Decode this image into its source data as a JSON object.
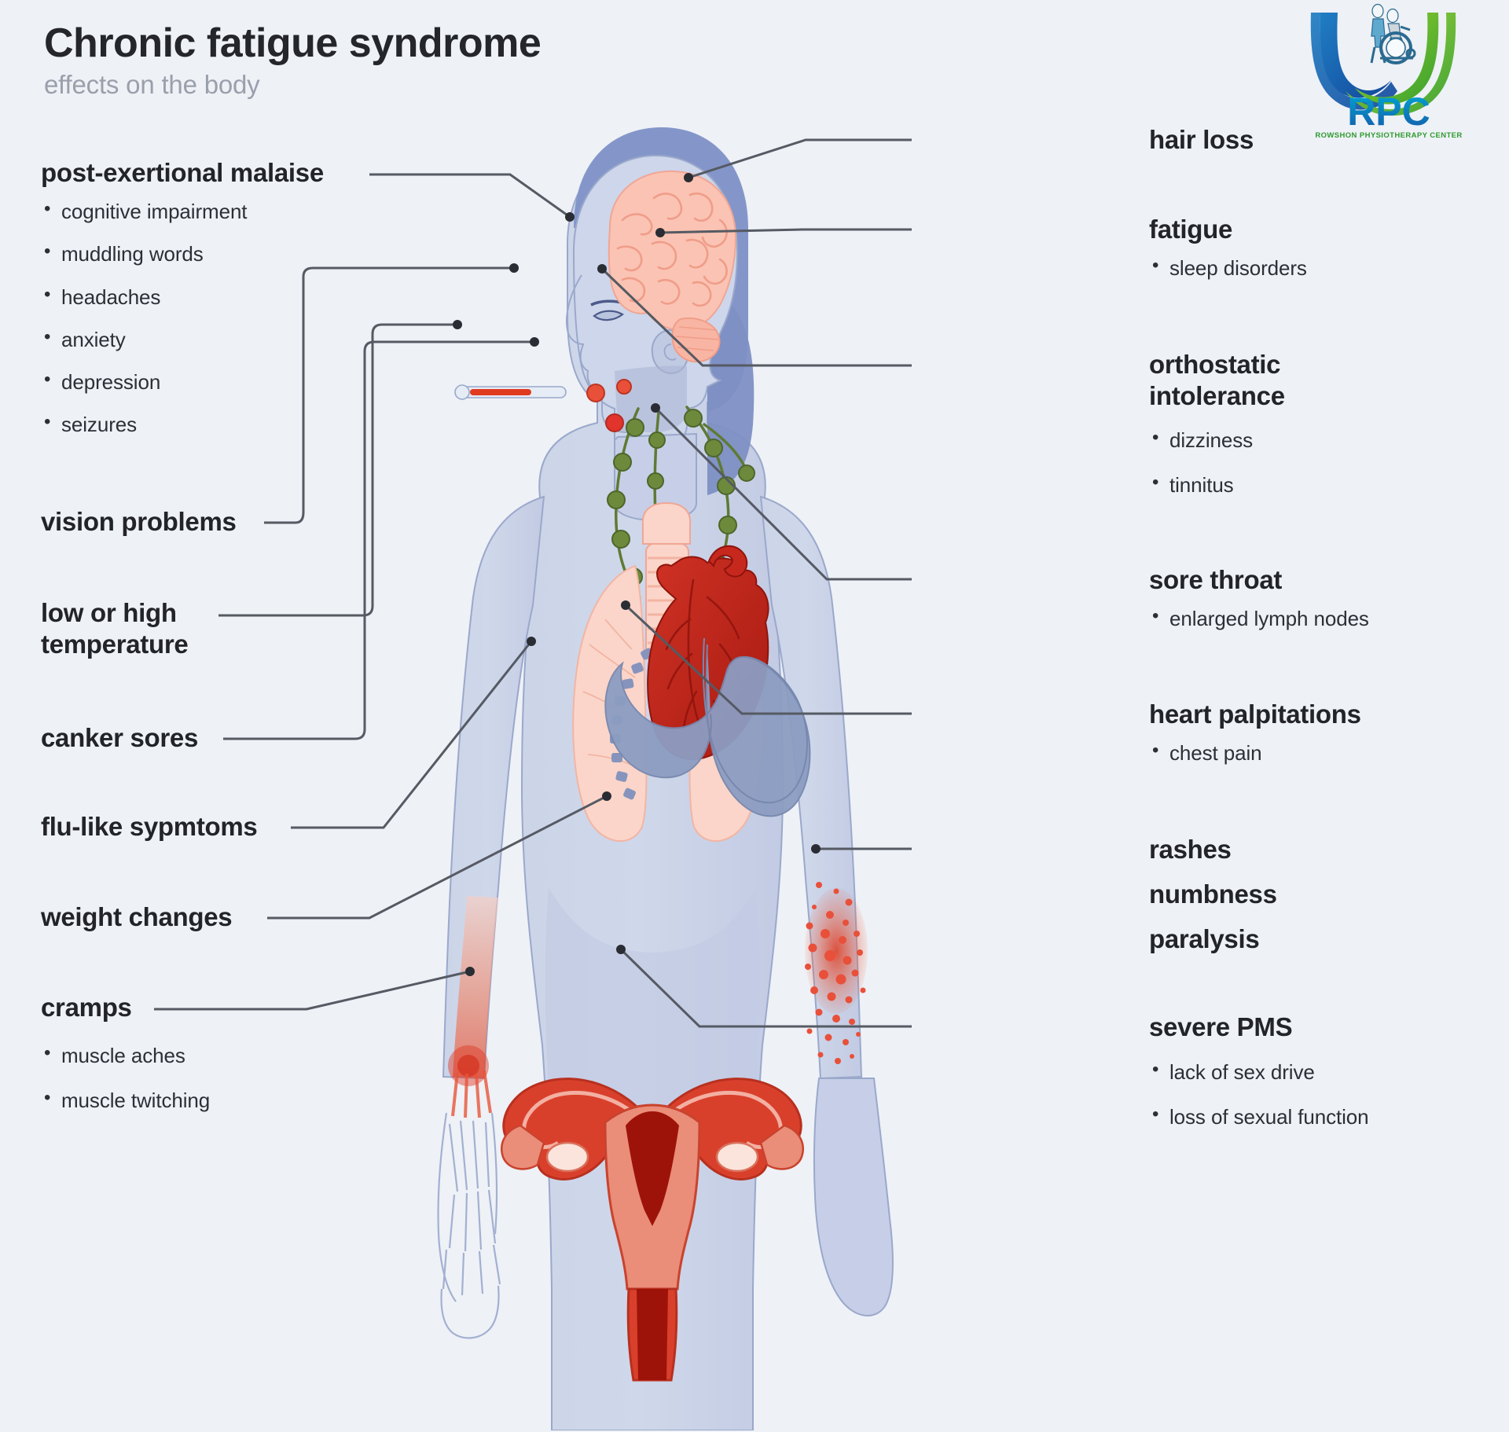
{
  "header": {
    "title": "Chronic fatigue syndrome",
    "subtitle": "effects on the body"
  },
  "logo": {
    "acronym": "RPC",
    "tagline": "ROWSHON PHYSIOTHERAPY CENTER",
    "colors": {
      "blue": "#1f5fb0",
      "green": "#4ea832",
      "light_green": "#8cc63f",
      "cyan": "#00a0c6"
    }
  },
  "palette": {
    "background": "#eef1f6",
    "body_silhouette": "#c3cce4",
    "body_shadow": "#a9b5d4",
    "hair": "#7e8fc4",
    "brain": "#fbc3b3",
    "lungs": "#fbd5c9",
    "heart": "#c7281d",
    "stomach": "#8c9dc2",
    "lymph_green": "#5f7a34",
    "uterus": "#d9402c",
    "uterus_dark": "#9e1309",
    "rash_red": "#e8503a",
    "text_dark": "#22242a",
    "text_muted": "#9aa0ab",
    "connector_line": "#555a63"
  },
  "left_column": [
    {
      "id": "post-exertional-malaise",
      "heading": "post-exertional malaise",
      "bullets": [
        "cognitive impairment",
        "muddling words",
        "headaches",
        "anxiety",
        "depression",
        "seizures"
      ]
    },
    {
      "id": "vision-problems",
      "heading": "vision problems",
      "bullets": []
    },
    {
      "id": "low-or-high-temperature",
      "heading": "low or high\ntemperature",
      "bullets": []
    },
    {
      "id": "canker-sores",
      "heading": "canker sores",
      "bullets": []
    },
    {
      "id": "flu-like-symptoms",
      "heading": "flu-like sypmtoms",
      "bullets": []
    },
    {
      "id": "weight-changes",
      "heading": "weight changes",
      "bullets": []
    },
    {
      "id": "cramps",
      "heading": "cramps",
      "bullets": [
        "muscle aches",
        "muscle twitching"
      ]
    }
  ],
  "right_column": [
    {
      "id": "hair-loss",
      "heading": "hair loss",
      "bullets": []
    },
    {
      "id": "fatigue",
      "heading": "fatigue",
      "bullets": [
        "sleep disorders"
      ]
    },
    {
      "id": "orthostatic-intolerance",
      "heading": "orthostatic\nintolerance",
      "bullets": [
        "dizziness",
        "tinnitus"
      ]
    },
    {
      "id": "sore-throat",
      "heading": "sore throat",
      "bullets": [
        "enlarged lymph nodes"
      ]
    },
    {
      "id": "heart-palpitations",
      "heading": "heart palpitations",
      "bullets": [
        "chest pain"
      ]
    },
    {
      "id": "rashes",
      "heading": "rashes",
      "bullets": []
    },
    {
      "id": "numbness",
      "heading": "numbness",
      "bullets": []
    },
    {
      "id": "paralysis",
      "heading": "paralysis",
      "bullets": []
    },
    {
      "id": "severe-pms",
      "heading": "severe PMS",
      "bullets": [
        "lack of sex drive",
        "loss of sexual function"
      ]
    }
  ],
  "anatomy_parts": [
    "brain",
    "skull",
    "hair",
    "eye",
    "thermometer",
    "canker-sore-dots",
    "lymph-nodes",
    "trachea",
    "lungs",
    "heart",
    "stomach",
    "uterus",
    "ovaries",
    "fallopian-tubes",
    "forearm-rash",
    "hand-bones"
  ]
}
